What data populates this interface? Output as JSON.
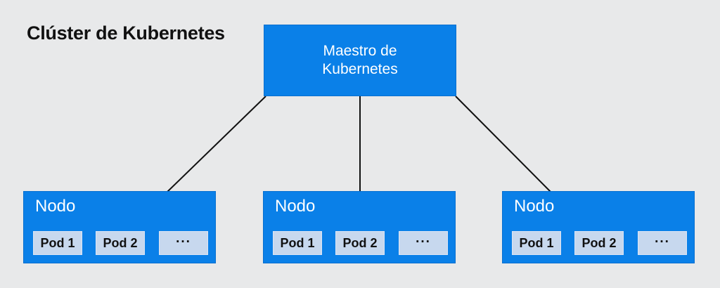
{
  "title": "Clúster de Kubernetes",
  "master": {
    "label": "Maestro de\nKubernetes"
  },
  "nodes": [
    {
      "label": "Nodo",
      "pods": [
        "Pod 1",
        "Pod 2",
        "..."
      ]
    },
    {
      "label": "Nodo",
      "pods": [
        "Pod 1",
        "Pod 2",
        "..."
      ]
    },
    {
      "label": "Nodo",
      "pods": [
        "Pod 1",
        "Pod 2",
        "..."
      ]
    }
  ],
  "colors": {
    "background": "#e8e9ea",
    "box_blue": "#0a80e8",
    "pod_fill": "#c7d8ee",
    "pod_border": "#dbe5f5",
    "master_text": "#ffffff",
    "node_text": "#ffffff",
    "pod_text": "#111111",
    "title_text": "#111111",
    "connector": "#111111"
  }
}
